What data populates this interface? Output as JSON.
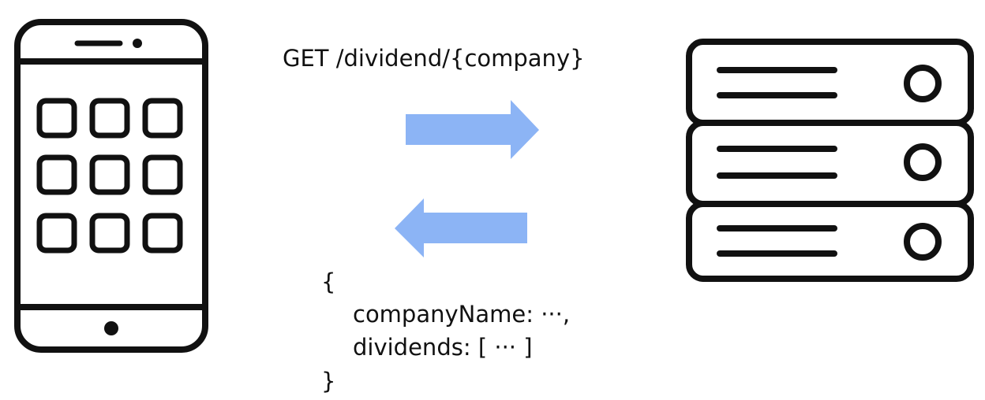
{
  "request": {
    "label": "GET /dividend/{company}"
  },
  "response": {
    "brace_open": "{",
    "line_1": "companyName: ···,",
    "line_2": "dividends: [ ··· ]",
    "brace_close": "}"
  },
  "icons": {
    "client": "smartphone-icon",
    "server": "server-rack-icon"
  },
  "colors": {
    "arrow": "#8cb4f5",
    "stroke": "#111111",
    "background": "#ffffff"
  }
}
